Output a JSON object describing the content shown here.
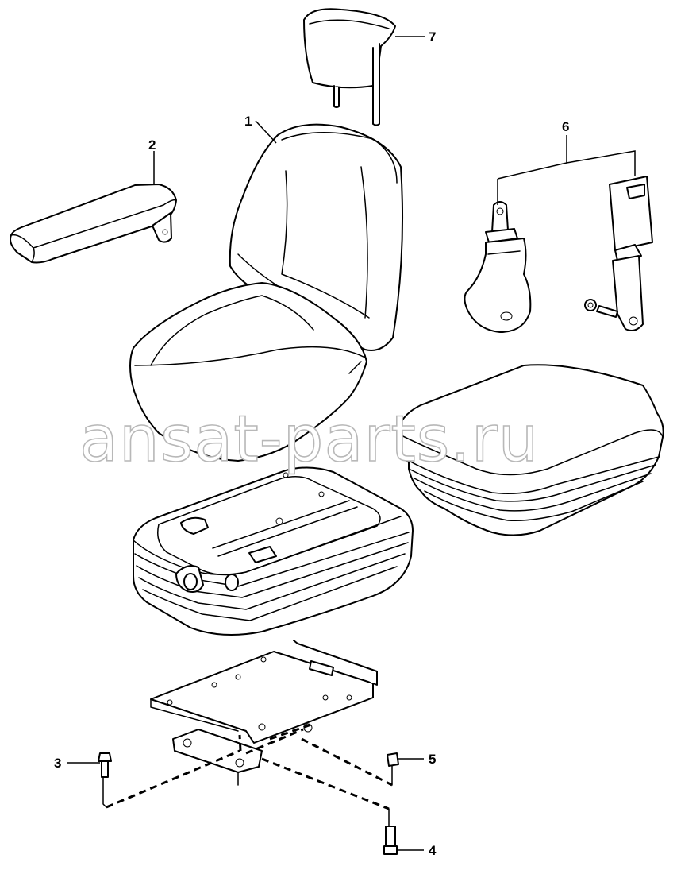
{
  "callouts": [
    {
      "id": "1",
      "label": "1"
    },
    {
      "id": "2",
      "label": "2"
    },
    {
      "id": "3",
      "label": "3"
    },
    {
      "id": "4",
      "label": "4"
    },
    {
      "id": "5",
      "label": "5"
    },
    {
      "id": "6",
      "label": "6"
    },
    {
      "id": "7",
      "label": "7"
    }
  ],
  "watermark": "ansat-parts.ru"
}
